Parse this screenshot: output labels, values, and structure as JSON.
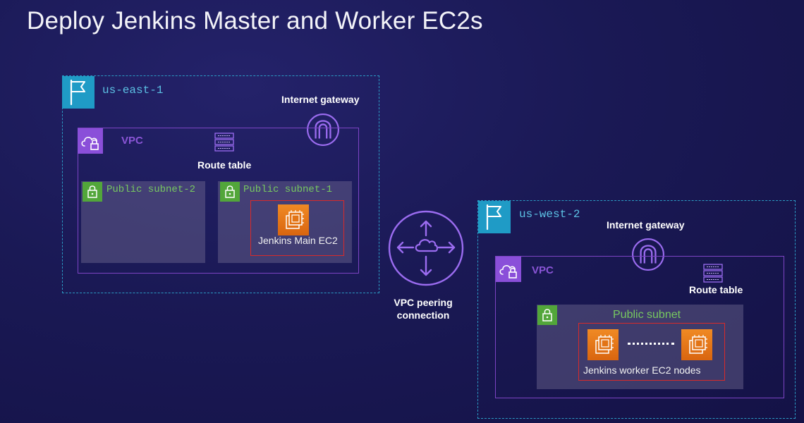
{
  "title": "Deploy Jenkins Master and Worker EC2s",
  "east": {
    "region": "us-east-1",
    "igw_label": "Internet gateway",
    "vpc_label": "VPC",
    "route_table_label": "Route table",
    "subnet2_label": "Public subnet-2",
    "subnet1_label": "Public subnet-1",
    "ec2_label": "Jenkins Main EC2"
  },
  "peering": {
    "label_line1": "VPC peering",
    "label_line2": "connection"
  },
  "west": {
    "region": "us-west-2",
    "igw_label": "Internet gateway",
    "vpc_label": "VPC",
    "route_table_label": "Route table",
    "subnet_label": "Public subnet",
    "workers_label": "Jenkins worker EC2 nodes"
  },
  "colors": {
    "background": "#1a1955",
    "region_border": "#2b9bc4",
    "vpc_border": "#7d44c4",
    "subnet_green": "#52a63a",
    "ec2_orange": "#e8791a",
    "highlight_red": "#d82a2a",
    "icon_purple": "#9b6cf0"
  }
}
